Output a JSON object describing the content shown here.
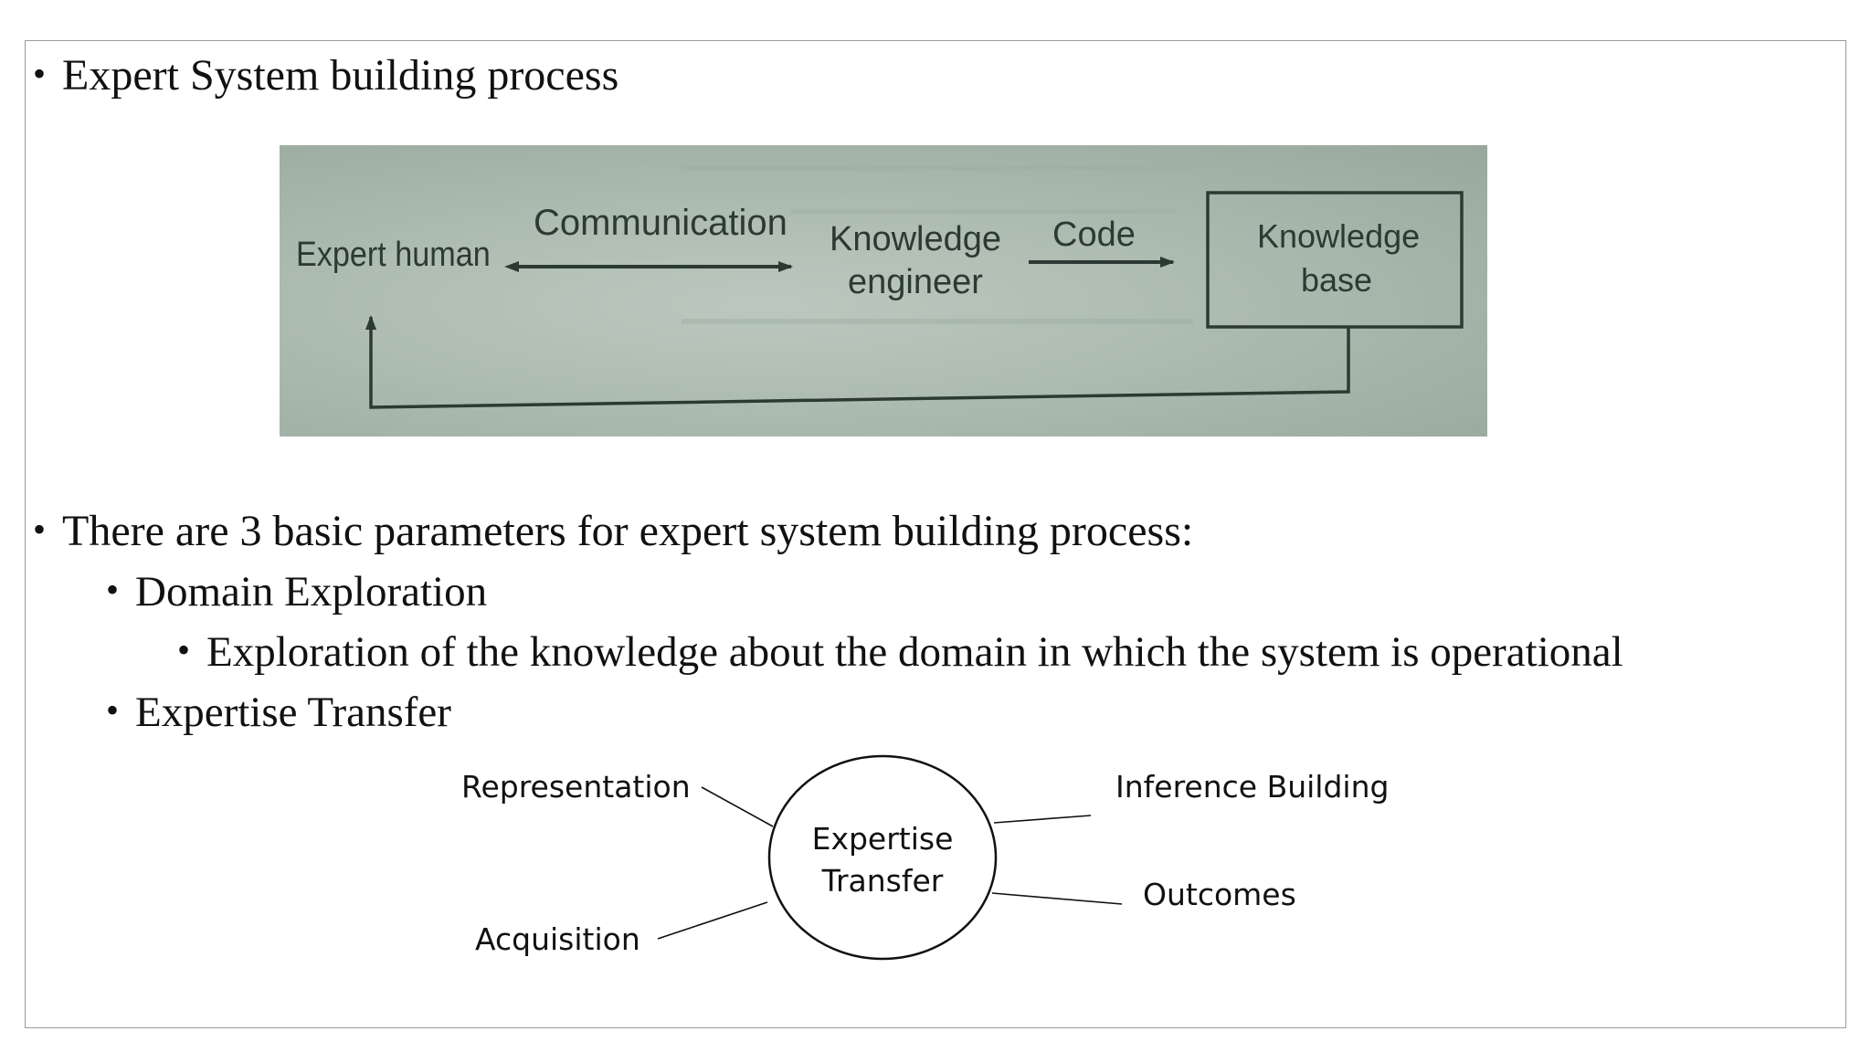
{
  "slide": {
    "bullets": [
      {
        "level": 1,
        "text": "Expert System building process"
      },
      {
        "level": 1,
        "text": "There are 3 basic parameters for expert system building process:"
      },
      {
        "level": 2,
        "text": "Domain Exploration"
      },
      {
        "level": 3,
        "text": "Exploration of the knowledge about the domain in which the system is operational"
      },
      {
        "level": 2,
        "text": "Expertise Transfer"
      }
    ],
    "bullet_glyph": "•"
  },
  "process_diagram": {
    "nodes": {
      "expert_human": "Expert human",
      "knowledge_engineer_line1": "Knowledge",
      "knowledge_engineer_line2": "engineer",
      "knowledge_base_line1": "Knowledge",
      "knowledge_base_line2": "base"
    },
    "edges": {
      "communication": "Communication",
      "code": "Code"
    }
  },
  "transfer_diagram": {
    "center_line1": "Expertise",
    "center_line2": "Transfer",
    "spokes": {
      "representation": "Representation",
      "inference_building": "Inference Building",
      "acquisition": "Acquisition",
      "outcomes": "Outcomes"
    }
  }
}
